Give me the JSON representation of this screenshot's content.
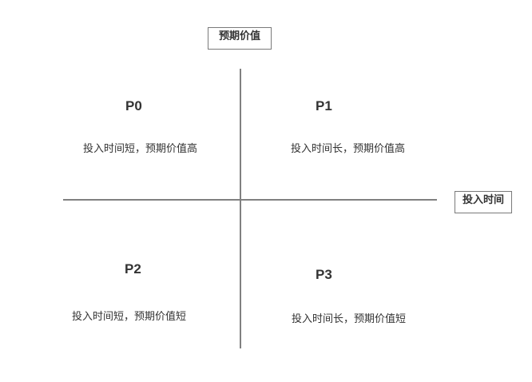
{
  "axes": {
    "y_label": "预期价值",
    "x_label": "投入时间"
  },
  "quadrants": [
    {
      "title": "P0",
      "description": "投入时间短，预期价值高"
    },
    {
      "title": "P1",
      "description": "投入时间长，预期价值高"
    },
    {
      "title": "P2",
      "description": "投入时间短，预期价值短"
    },
    {
      "title": "P3",
      "description": "投入时间长，预期价值短"
    }
  ],
  "colors": {
    "axis_line": "#808080",
    "box_border": "#7a7a7a",
    "text": "#333333"
  }
}
